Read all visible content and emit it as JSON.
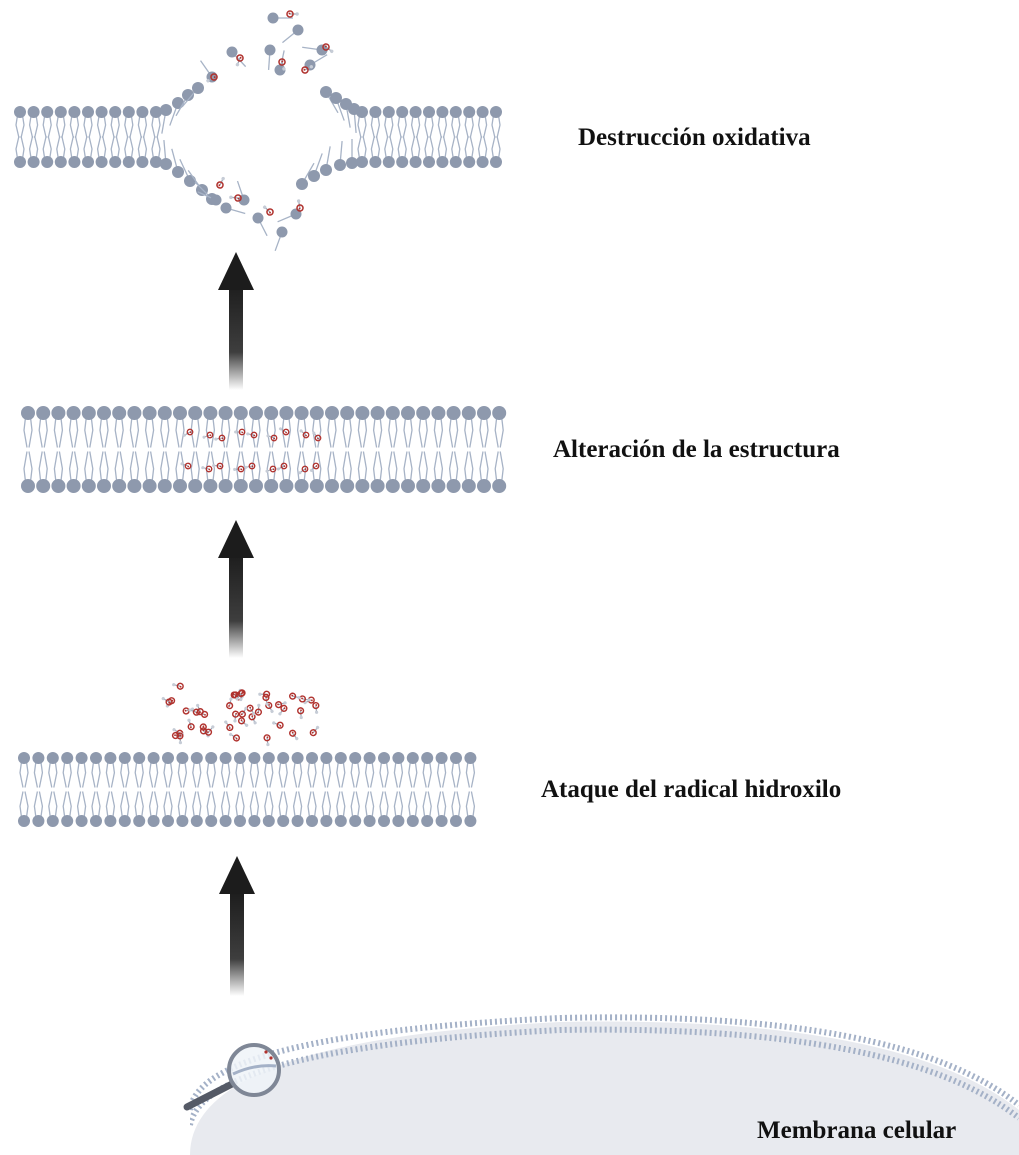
{
  "stages": [
    {
      "id": "destruccion",
      "label": "Destrucción oxidativa"
    },
    {
      "id": "alteracion",
      "label": "Alteración de la estructura"
    },
    {
      "id": "ataque",
      "label": "Ataque del radical hidroxilo"
    },
    {
      "id": "membrana",
      "label": "Membrana celular"
    }
  ],
  "colors": {
    "lipid_head": "#8e99ad",
    "lipid_tail": "#a7b3c6",
    "radical": "#b0322e",
    "arrow": "#1c1c1c",
    "cell_fill": "#e8eaef",
    "cell_membrane": "#a4b1c7",
    "magnifier": "#555a66"
  },
  "icons": [
    "magnifier-icon",
    "arrow-up-icon",
    "hydroxyl-radical-icon",
    "phospholipid-bilayer-icon"
  ]
}
